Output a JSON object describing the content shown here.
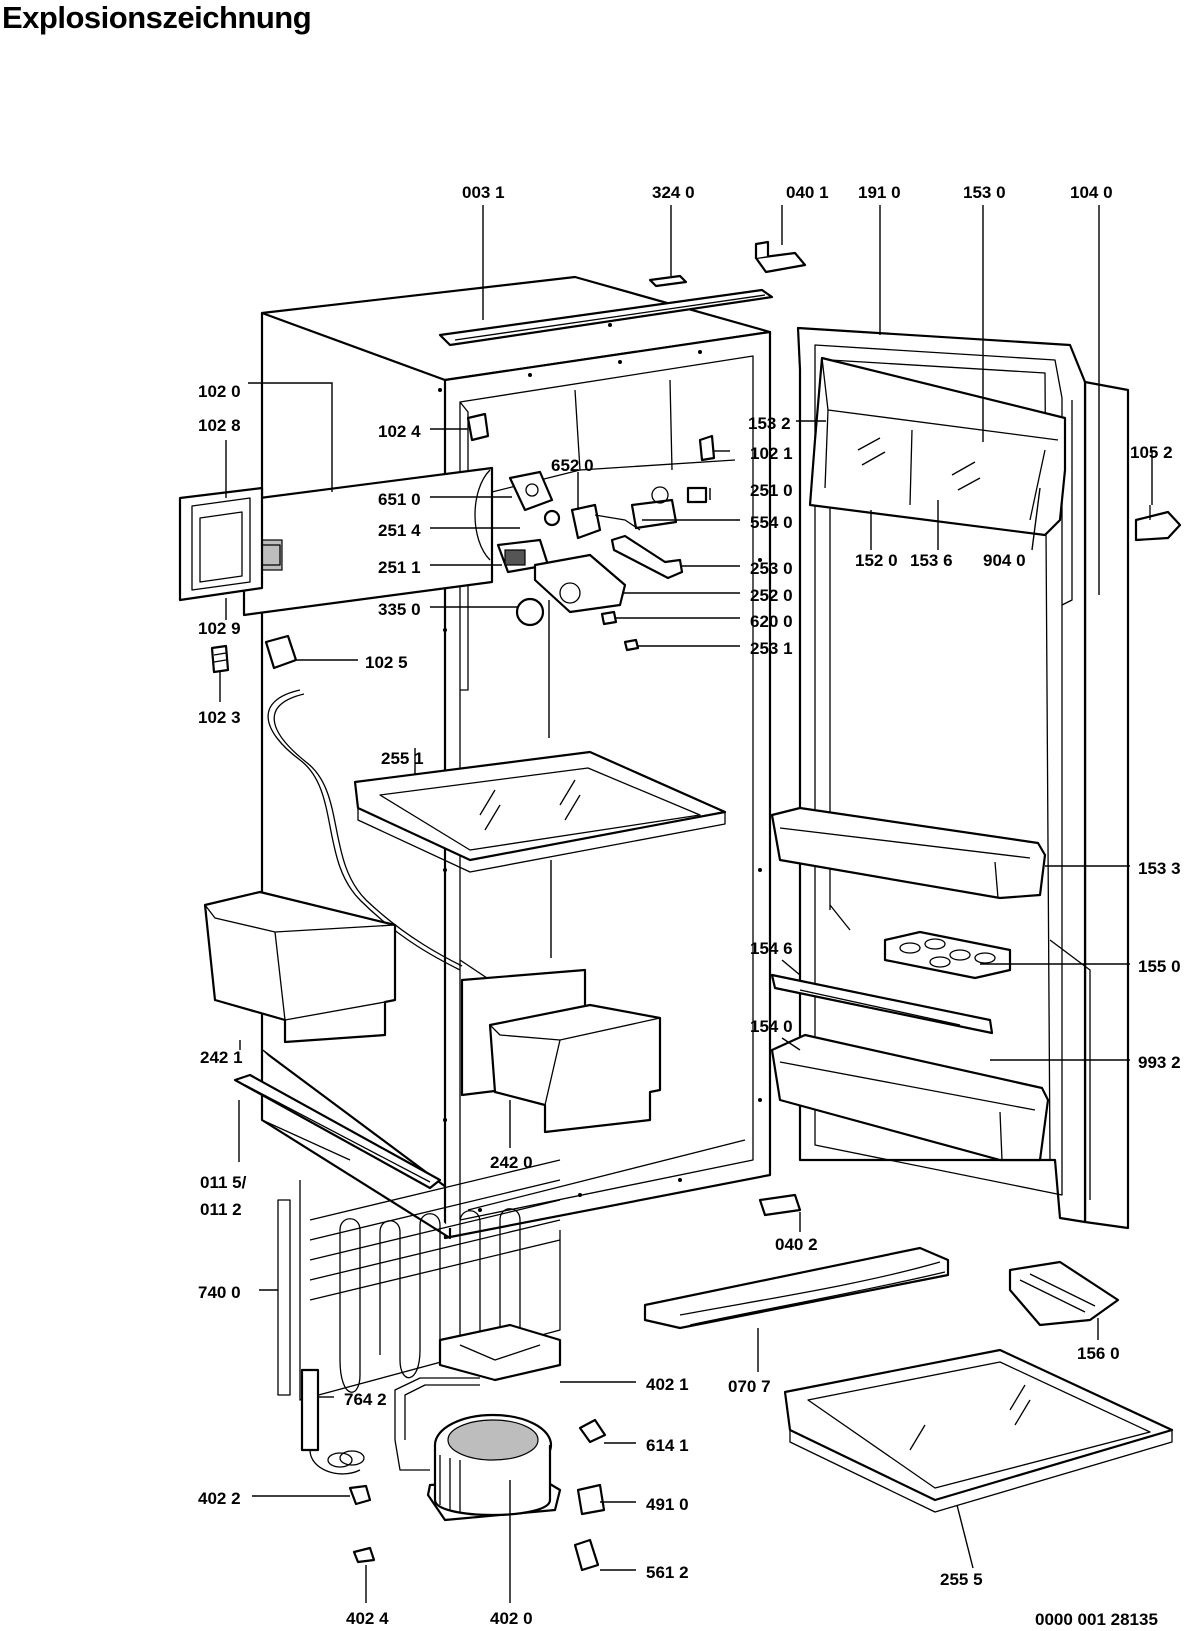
{
  "title": "Explosionszeichnung",
  "document_number": "0000 001 28135",
  "labels": {
    "p0031": "003 1",
    "p3240": "324 0",
    "p0401": "040 1",
    "p1910": "191 0",
    "p1530": "153 0",
    "p1040": "104 0",
    "p1020": "102 0",
    "p1028": "102 8",
    "p1024": "102 4",
    "p1532": "153 2",
    "p1021": "102 1",
    "p1052": "105 2",
    "p6520": "652 0",
    "p6510": "651 0",
    "p2510": "251 0",
    "p2514": "251 4",
    "p5540": "554 0",
    "p1520": "152 0",
    "p1536": "153 6",
    "p9040": "904 0",
    "p2511": "251 1",
    "p2530": "253 0",
    "p2520": "252 0",
    "p3350": "335 0",
    "p6200": "620 0",
    "p1029": "102 9",
    "p2531": "253 1",
    "p1025": "102 5",
    "p1023": "102 3",
    "p2551": "255 1",
    "p1533": "153 3",
    "p1546": "154 6",
    "p1550": "155 0",
    "p2421": "242 1",
    "p1540": "154 0",
    "p9932": "993 2",
    "p2420": "242 0",
    "p0115": "011 5/",
    "p0112": "011 2",
    "p0402": "040 2",
    "p7400": "740 0",
    "p1560": "156 0",
    "p4021": "402 1",
    "p0707": "070 7",
    "p7642": "764 2",
    "p6141": "614 1",
    "p4022": "402 2",
    "p4910": "491 0",
    "p5612": "561 2",
    "p2555": "255 5",
    "p4024": "402 4",
    "p4020": "402 0"
  }
}
